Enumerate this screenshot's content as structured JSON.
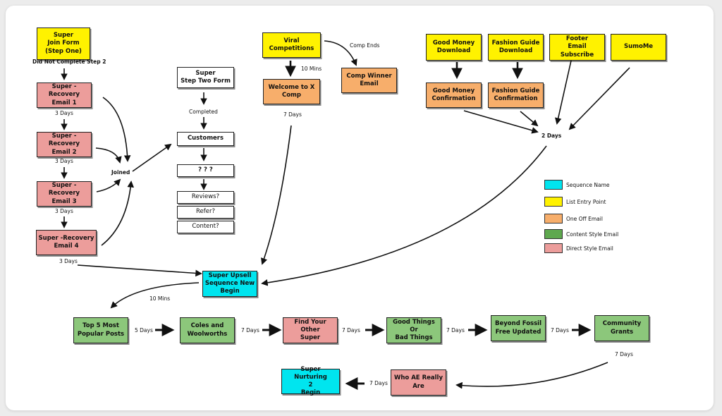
{
  "colors": {
    "sequence_name": "#00e5ef",
    "list_entry_point": "#fff200",
    "one_off_email": "#f7ae6b",
    "content_style_email": "#8cc77b",
    "direct_style_email": "#ec9d9b"
  },
  "nodes": {
    "super_join": "Super\nJoin Form\n(Step One)",
    "rec1": "Super   -\nRecovery Email 1",
    "rec2": "Super   -\nRecovery Email 2",
    "rec3": "Super   -\nRecovery Email 3",
    "rec4": "Super  -Recovery\nEmail 4",
    "step_two": "Super\nStep Two Form",
    "customers": "Customers",
    "qqq": "? ? ?",
    "reviews": "Reviews?",
    "refer": "Refer?",
    "content": "Content?",
    "viral": "Viral\nCompetitions",
    "welcome": "Welcome to X\nComp",
    "comp_winner": "Comp Winner\nEmail",
    "good_money_dl": "Good Money\nDownload",
    "fashion_dl": "Fashion Guide\nDownload",
    "footer_sub": "Footer\nEmail Subscribe",
    "sumome": "SumoMe",
    "good_money_conf": "Good Money\nConfirmation",
    "fashion_conf": "Fashion Guide\nConfirmation",
    "upsell": "Super Upsell\nSequence New\nBegin",
    "top5": "Top 5 Most\nPopular Posts",
    "coles": "Coles and\nWoolworths",
    "find_super": "Find Your Other\nSuper",
    "good_things": "Good Things Or\nBad Things",
    "beyond": "Beyond Fossil\nFree Updated",
    "grants": "Community\nGrants",
    "who_ae": "Who AE Really\nAre",
    "nurturing": "Super Nurturing\n2\nBegin"
  },
  "labels": {
    "did_not_complete": "Did Not Complete Step 2",
    "days3_a": "3 Days",
    "days3_b": "3 Days",
    "days3_c": "3 Days",
    "days3_d": "3 Days",
    "joined": "Joined",
    "completed": "Completed",
    "mins10_a": "10 Mins",
    "comp_ends": "Comp Ends",
    "days7_welcome": "7 Days",
    "days2": "2 Days",
    "mins10_b": "10 Mins",
    "days5": "5 Days",
    "days7_a": "7 Days",
    "days7_b": "7 Days",
    "days7_c": "7 Days",
    "days7_d": "7 Days",
    "days7_e": "7 Days",
    "days7_f": "7 Days"
  },
  "legend": {
    "sequence_name": "Sequence Name",
    "list_entry_point": "List Entry Point",
    "one_off_email": "One Off Email",
    "content_style_email": "Content Style Email",
    "direct_style_email": "Direct Style Email"
  }
}
